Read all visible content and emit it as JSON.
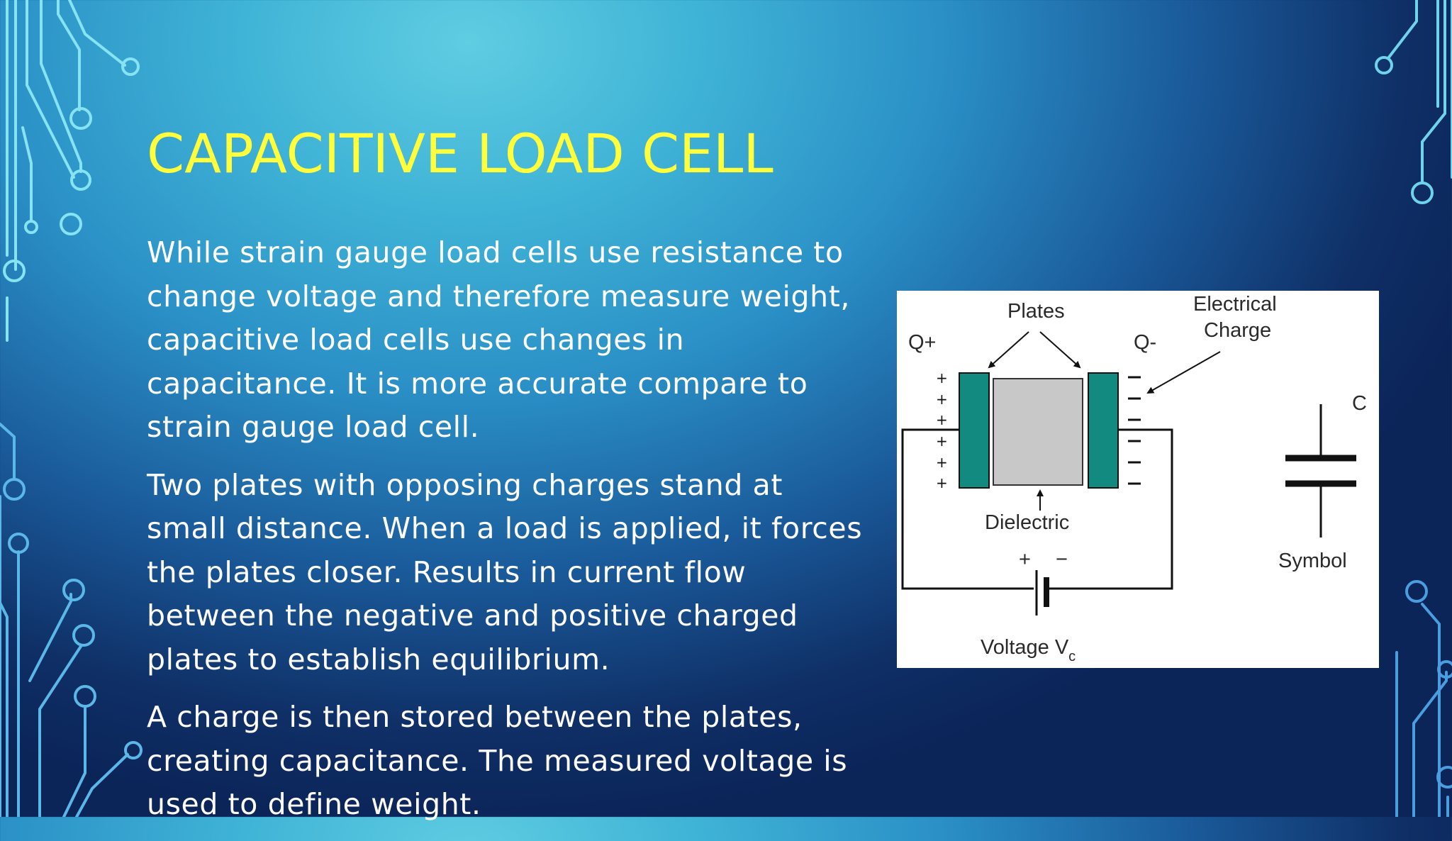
{
  "slide": {
    "title": "CAPACITIVE LOAD CELL",
    "paragraphs": [
      "While strain gauge load cells use resistance to change voltage and therefore measure weight, capacitive load cells use changes in capacitance. It is more accurate compare to strain gauge load cell.",
      "Two plates with opposing charges stand at small distance. When a load is applied, it forces the plates closer. Results in current flow between the negative and positive charged plates to establish equilibrium.",
      "A charge is then stored between the plates, creating capacitance. The measured voltage is used to define weight."
    ]
  },
  "figure": {
    "labels": {
      "plates": "Plates",
      "electrical_line1": "Electrical",
      "electrical_line2": "Charge",
      "q_plus": "Q+",
      "q_minus": "Q-",
      "dielectric": "Dielectric",
      "voltage": "Voltage V",
      "voltage_sub": "c",
      "c": "C",
      "symbol": "Symbol",
      "plus": "+",
      "minus": "−"
    }
  },
  "colors": {
    "title": "#ffff3c",
    "body_text": "#ffffff",
    "plate": "#138a80",
    "dielectric": "#c8c8c8",
    "circuit_light": "#7ee3f2",
    "circuit_dark": "#4aa6e0"
  }
}
